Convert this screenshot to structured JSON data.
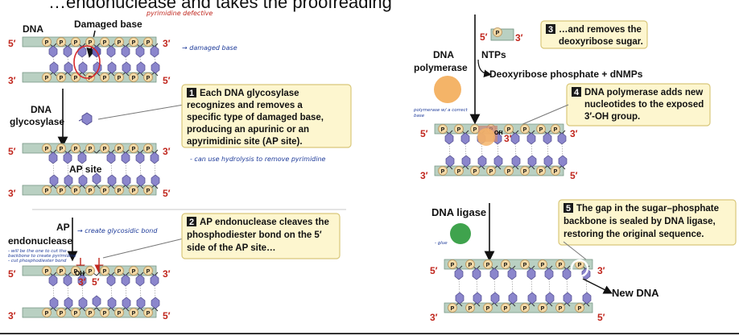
{
  "heading": "…endonuclease and takes the proofreading",
  "labels": {
    "dna": "DNA",
    "damaged_base": "Damaged base",
    "dna_glycosylase_1": "DNA",
    "dna_glycosylase_2": "glycosylase",
    "ap_site": "AP site",
    "ap_1": "AP",
    "endonuclease": "endonuclease",
    "oh": "OH",
    "polymerase_1": "DNA",
    "polymerase_2": "polymerase",
    "ntps": "NTPs",
    "products": "Deoxyribose phosphate + dNMPs",
    "dna_ligase": "DNA ligase",
    "new_dna": "New DNA",
    "p": "P",
    "five_prime": "5′",
    "three_prime": "3′"
  },
  "steps": [
    {
      "num": "1",
      "lines": [
        "Each DNA glycosylase",
        "recognizes and removes a",
        "specific type of damaged base,",
        "producing an apurinic or an",
        "apyrimidinic site (AP site)."
      ]
    },
    {
      "num": "2",
      "lines": [
        "AP endonuclease cleaves the",
        "phosphodiester bond on the 5′",
        "side of the AP site…"
      ]
    },
    {
      "num": "3",
      "lines": [
        "…and removes the",
        "deoxyribose sugar."
      ]
    },
    {
      "num": "4",
      "lines": [
        "DNA polymerase adds new",
        "nucleotides to the exposed",
        "3′-OH group."
      ]
    },
    {
      "num": "5",
      "lines": [
        "The gap in the sugar–phosphate",
        "backbone is sealed by DNA ligase,",
        "restoring the original sequence."
      ]
    }
  ],
  "notes": {
    "pyrimidine": "pyrimidine defective",
    "damaged": "→ damaged base",
    "hydrolysis": "- can use hydrolysis to remove pyrimidine",
    "glycosidic": "→ create glycosidic bond",
    "cut_1": "- will be the one to cut the",
    "cut_2": "backbone to create pyrimidine",
    "cut_3": "- cut phosphodiester bond",
    "polymerase_1": "polymerase w/ a correct",
    "polymerase_2": "base",
    "glue": "- glue"
  },
  "colors": {
    "backbone": "#b9d0c2",
    "backbone_stroke": "#6f8f7d",
    "phosphate": "#f3d9a6",
    "base": "#8b86cc",
    "callout_bg": "#fdf6cf",
    "callout_border": "#d9c77a",
    "polymerase": "#f4b468",
    "ligase": "#3fa34d",
    "strand_red": "#c0261d",
    "annotation_red": "#d8282b"
  }
}
